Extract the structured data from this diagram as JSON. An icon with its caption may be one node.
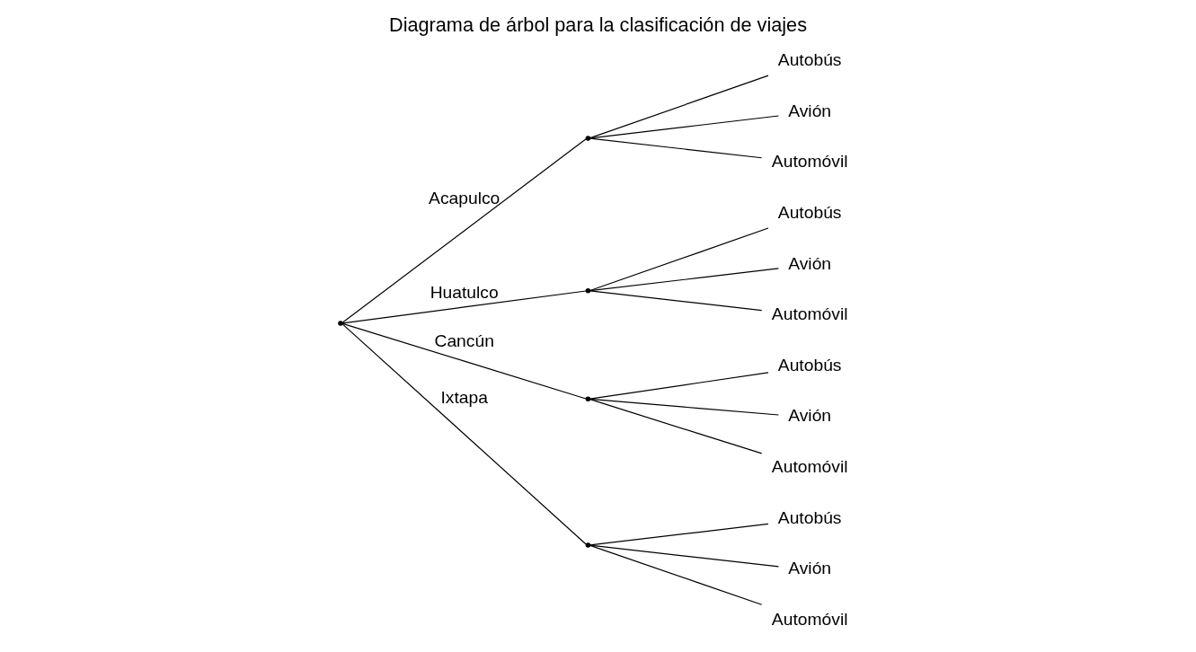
{
  "diagram": {
    "title": "Diagrama de árbol para la clasificación de viajes",
    "nodes": [
      {
        "text": [],
        "shape": "point"
      },
      {
        "text": [],
        "shape": "point"
      },
      {
        "text": [
          "Autobús"
        ]
      },
      {
        "text": [
          "Avión"
        ]
      },
      {
        "text": [
          "Automóvil"
        ]
      },
      {
        "text": [],
        "shape": "point"
      },
      {
        "text": [
          "Autobús"
        ]
      },
      {
        "text": [
          "Avión"
        ]
      },
      {
        "text": [
          "Automóvil"
        ]
      },
      {
        "text": [],
        "shape": "point"
      },
      {
        "text": [
          "Autobús"
        ]
      },
      {
        "text": [
          "Avión"
        ]
      },
      {
        "text": [
          "Automóvil"
        ]
      },
      {
        "text": [],
        "shape": "point"
      },
      {
        "text": [
          "Autobús"
        ]
      },
      {
        "text": [
          "Avión"
        ]
      },
      {
        "text": [
          "Automóvil"
        ]
      }
    ],
    "edges": [
      {
        "from": 0,
        "to": 1,
        "arrow": "none",
        "label": "Acapulco"
      },
      {
        "from": 0,
        "to": 5,
        "arrow": "none",
        "label": "Huatulco"
      },
      {
        "from": 0,
        "to": 9,
        "arrow": "none",
        "label": "Cancún"
      },
      {
        "from": 0,
        "to": 13,
        "arrow": "none",
        "label": "Ixtapa"
      },
      {
        "from": 1,
        "to": 2,
        "arrow": "none"
      },
      {
        "from": 1,
        "to": 3,
        "arrow": "none"
      },
      {
        "from": 1,
        "to": 4,
        "arrow": "none"
      },
      {
        "from": 5,
        "to": 6,
        "arrow": "none"
      },
      {
        "from": 5,
        "to": 7,
        "arrow": "none"
      },
      {
        "from": 5,
        "to": 8,
        "arrow": "none"
      },
      {
        "from": 9,
        "to": 10,
        "arrow": "none"
      },
      {
        "from": 9,
        "to": 11,
        "arrow": "none"
      },
      {
        "from": 9,
        "to": 12,
        "arrow": "none"
      },
      {
        "from": 13,
        "to": 14,
        "arrow": "none"
      },
      {
        "from": 13,
        "to": 15,
        "arrow": "none"
      },
      {
        "from": 13,
        "to": 16,
        "arrow": "none"
      }
    ]
  }
}
